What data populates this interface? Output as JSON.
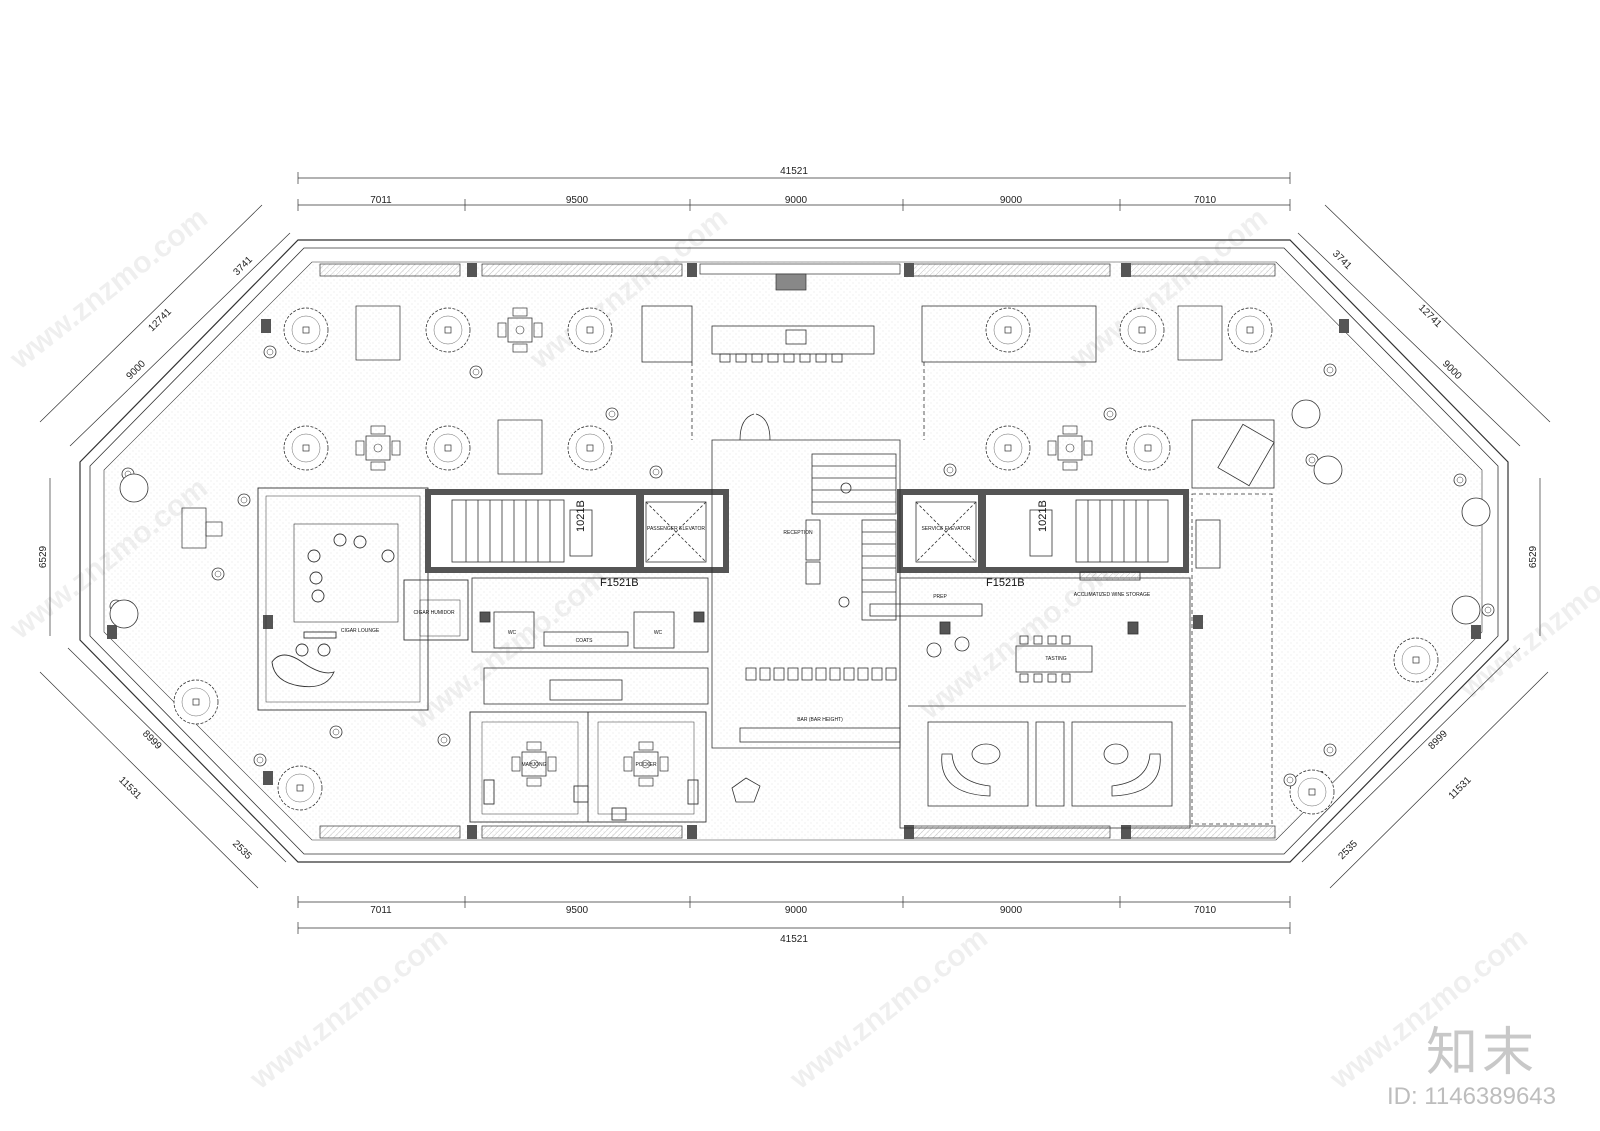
{
  "dimensions": {
    "top_total": "41521",
    "top_segments": [
      "7011",
      "9500",
      "9000",
      "9000",
      "7010"
    ],
    "bottom_segments": [
      "7011",
      "9500",
      "9000",
      "9000",
      "7010"
    ],
    "bottom_total": "41521",
    "upper_left_diag": [
      "3741",
      "12741",
      "9000"
    ],
    "upper_right_diag": [
      "3741",
      "12741",
      "9000"
    ],
    "lower_left_diag": [
      "8999",
      "11531",
      "2535"
    ],
    "lower_right_diag": [
      "8999",
      "11531",
      "2535"
    ],
    "left_side": "6529",
    "right_side": "6529"
  },
  "rooms": {
    "reception": "RECEPTION",
    "passenger_elevator": "PASSENGER ELEVATOR",
    "service_elevator": "SERVICE ELEVATOR",
    "cigar_lounge": "CIGAR LOUNGE",
    "cigar_humidor": "CIGAR HUMIDOR",
    "wc_left": "WC",
    "wc_right": "WC",
    "coats": "COATS",
    "prep": "PREP",
    "wine_storage": "ACCLIMATIZED WINE STORAGE",
    "tasting": "TASTING",
    "bar": "BAR (BAR HEIGHT)",
    "mahjong": "MAHJONG",
    "pocker": "POCKER"
  },
  "door_tags": {
    "left_fire_door": "F1521B",
    "right_fire_door": "F1521B",
    "left_door": "1021B",
    "right_door": "1021B"
  },
  "watermark": {
    "site": "www.znzmo.com",
    "brand": "知末",
    "id_text": "ID: 1146389643"
  },
  "colors": {
    "line": "#333333",
    "wall": "#555555",
    "planter": "#dddddd"
  }
}
